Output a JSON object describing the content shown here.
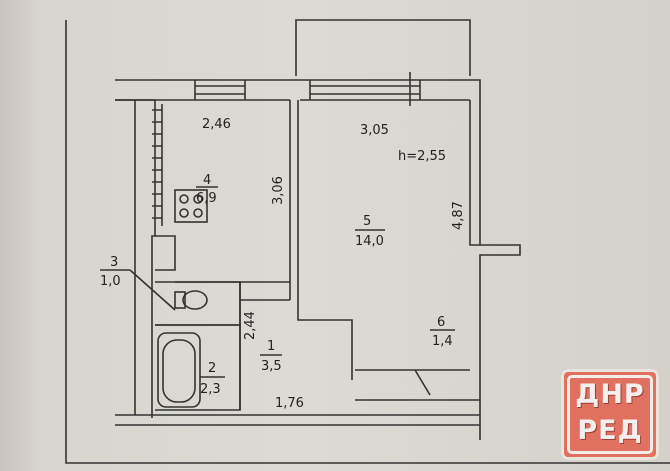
{
  "rooms": [
    {
      "number": "4",
      "area": "6,9",
      "width": "2,46",
      "length": "3,06"
    },
    {
      "number": "5",
      "area": "14,0",
      "width": "3,05",
      "length": "4,87"
    },
    {
      "number": "3",
      "area": "1,0"
    },
    {
      "number": "6",
      "area": "1,4"
    },
    {
      "number": "1",
      "area": "3,5",
      "width": "1,76",
      "length": "2,44"
    },
    {
      "number": "2",
      "area": "2,3"
    }
  ],
  "ceiling_height": "h=2,55",
  "logo": {
    "line1": "ДНР",
    "line2": "РЕД",
    "color": "#e0705f"
  }
}
